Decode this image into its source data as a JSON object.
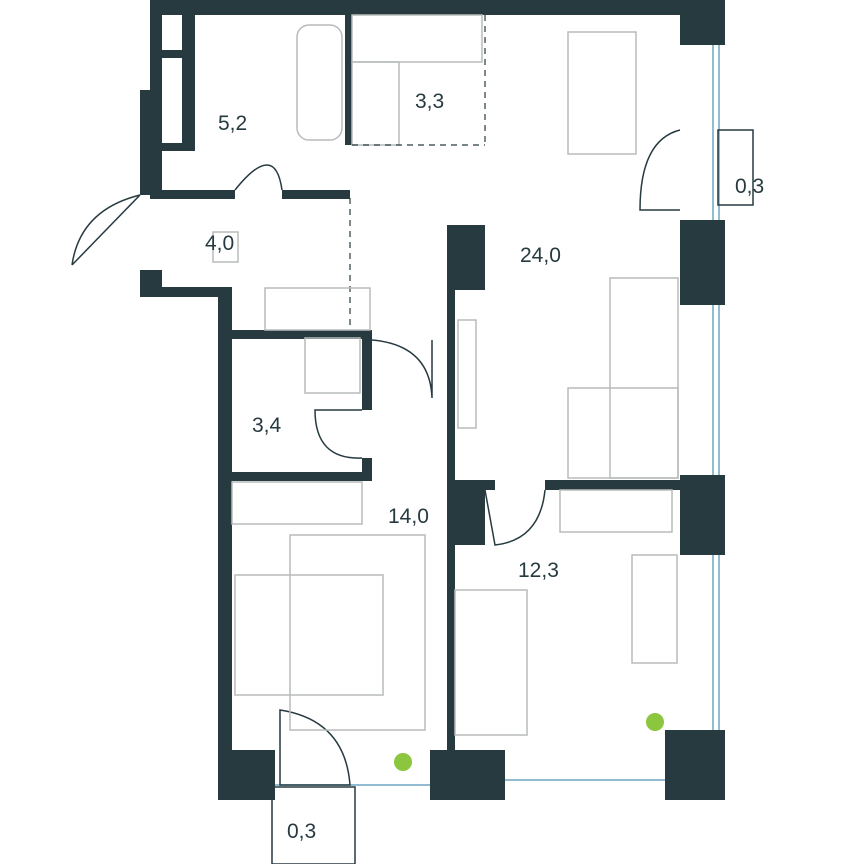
{
  "colors": {
    "wall": "#263a40",
    "furniture": "#b8bcbc",
    "window": "#6fa6c2",
    "plant": "#8cc63f"
  },
  "rooms": [
    {
      "id": "bathroom",
      "area": "5,2"
    },
    {
      "id": "kitchen",
      "area": "3,3"
    },
    {
      "id": "balcony-top",
      "area": "0,3"
    },
    {
      "id": "hall",
      "area": "4,0"
    },
    {
      "id": "living",
      "area": "24,0"
    },
    {
      "id": "bathroom-2",
      "area": "3,4"
    },
    {
      "id": "bedroom",
      "area": "14,0"
    },
    {
      "id": "bedroom-2",
      "area": "12,3"
    },
    {
      "id": "balcony-bottom",
      "area": "0,3"
    }
  ]
}
